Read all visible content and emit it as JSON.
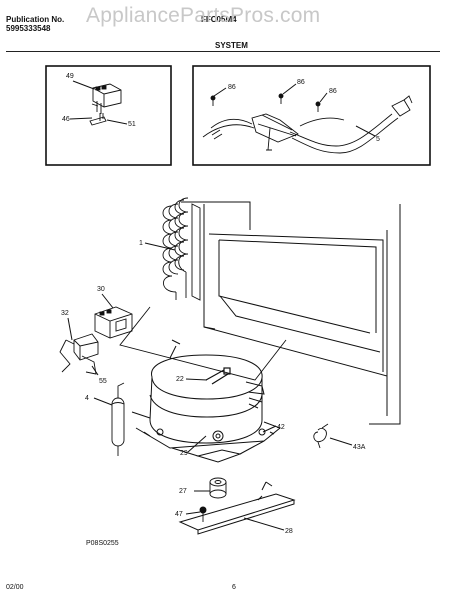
{
  "header": {
    "publication_label": "Publication No.",
    "publication_number": "5995333548",
    "model_partial": "FFC05M4",
    "watermark": "AppliancePartsPros.com",
    "section_title": "SYSTEM"
  },
  "callouts": {
    "c49": "49",
    "c46": "46",
    "c51": "51",
    "c86a": "86",
    "c86b": "86",
    "c86c": "86",
    "c5": "5",
    "c1": "1",
    "c30": "30",
    "c32": "32",
    "c55": "55",
    "c4": "4",
    "c22": "22",
    "c42": "42",
    "c43a": "43A",
    "c29": "29",
    "c27": "27",
    "c47": "47",
    "c28": "28"
  },
  "diagram_code": "P08S0255",
  "footer": {
    "date": "02/00",
    "page": "6"
  },
  "colors": {
    "line": "#111111",
    "watermark": "#c8c8c8",
    "background": "#ffffff"
  }
}
